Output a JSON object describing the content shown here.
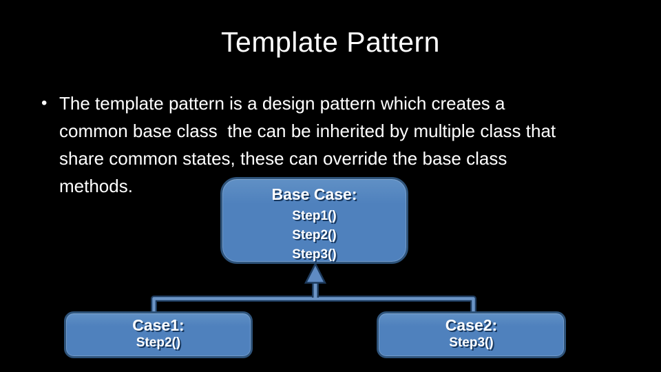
{
  "slide": {
    "title": "Template Pattern",
    "bullet": {
      "marker": "•",
      "lines": [
        "The template pattern is a design pattern which creates a",
        "common base class  the can be inherited by multiple class that",
        "share common states, these can override the base class",
        "methods."
      ]
    }
  },
  "diagram": {
    "base_box": {
      "title": "Base Case:",
      "steps": [
        "Step1()",
        "Step2()",
        "Step3()"
      ]
    },
    "case_boxes": [
      {
        "title": "Case1:",
        "steps": [
          "Step2()"
        ]
      },
      {
        "title": "Case2:",
        "steps": [
          "Step3()"
        ]
      }
    ],
    "arrow": "up-arrow"
  },
  "colors": {
    "slide-bg": "#000000",
    "text": "#ffffff",
    "box-fill": "#4f81bd",
    "box-fill-light": "#6090c5",
    "box-border": "#2e537a",
    "box-text": "#ffffff",
    "box-text-shadow": "#17375e",
    "connector-light": "#6b94c6",
    "connector-dark": "#1d3a5c",
    "arrow-fill": "#5f8bc3"
  }
}
